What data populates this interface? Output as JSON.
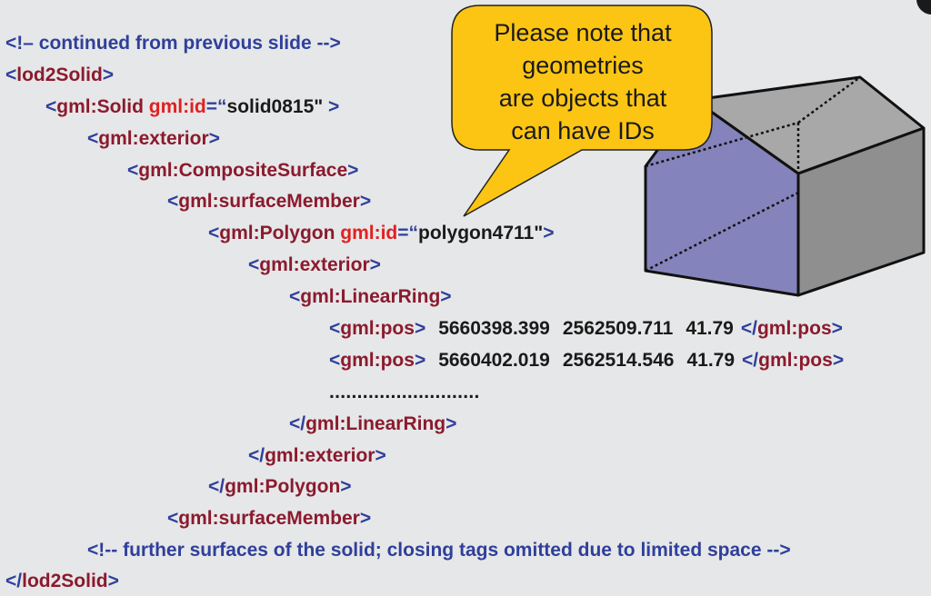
{
  "code": {
    "l1": {
      "t": "<!– continued from previous slide -->"
    },
    "l2": {
      "open": "<",
      "tag": "lod2Solid",
      "close": ">"
    },
    "l3": {
      "open": "<",
      "tag": "gml:Solid ",
      "attr": "gml:id",
      "eq": "=“",
      "val": "solid0815\"",
      "close": " >"
    },
    "l4": {
      "open": "<",
      "tag": "gml:exterior",
      "close": ">"
    },
    "l5": {
      "open": "<",
      "tag": "gml:CompositeSurface",
      "close": ">"
    },
    "l6": {
      "open": "<",
      "tag": "gml:surfaceMember",
      "close": ">"
    },
    "l7": {
      "open": "<",
      "tag": "gml:Polygon ",
      "attr": "gml:id",
      "eq": "=“",
      "val": "polygon4711\"",
      "close": ">"
    },
    "l8": {
      "open": "<",
      "tag": "gml:exterior",
      "close": ">"
    },
    "l9": {
      "open": "<",
      "tag": "gml:LinearRing",
      "close": ">"
    },
    "l10": {
      "open": "<",
      "tag": "gml:pos",
      "close": ">",
      "v1": "5660398.399",
      "v2": "2562509.711",
      "v3": "41.79",
      "eopen": "</",
      "etag": "gml:pos",
      "eclose": ">"
    },
    "l11": {
      "open": "<",
      "tag": "gml:pos",
      "close": ">",
      "v1": "5660402.019",
      "v2": "2562514.546",
      "v3": "41.79",
      "eopen": "</",
      "etag": "gml:pos",
      "eclose": ">"
    },
    "l12": {
      "t": "..........................."
    },
    "l13": {
      "open": "</",
      "tag": "gml:LinearRing",
      "close": ">"
    },
    "l14": {
      "open": "</",
      "tag": "gml:exterior",
      "close": ">"
    },
    "l15": {
      "open": "</",
      "tag": "gml:Polygon",
      "close": ">"
    },
    "l16": {
      "open": "<",
      "tag": "gml:surfaceMember",
      "close": ">"
    },
    "l17": {
      "t": "<!-- further surfaces of the solid; closing tags omitted due to limited space -->"
    },
    "l18": {
      "open": "</",
      "tag": "lod2Solid",
      "close": ">"
    }
  },
  "callout": {
    "lines": [
      "Please note that",
      "geometries",
      "are objects that",
      "can have IDs"
    ],
    "fill": "#fcc514"
  },
  "house": {
    "front_color": "#8583bb",
    "roof_color": "#a8a8a8",
    "side_color": "#8f8f8f"
  }
}
